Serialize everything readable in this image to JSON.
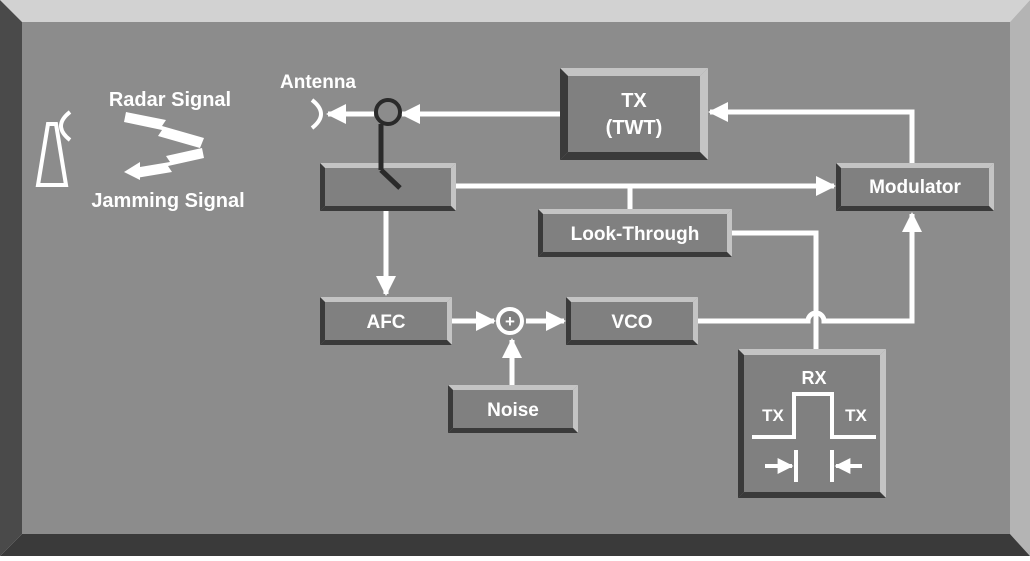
{
  "labels": {
    "antenna": "Antenna",
    "radar_signal": "Radar Signal",
    "jamming_signal": "Jamming Signal"
  },
  "blocks": {
    "tx_line1": "TX",
    "tx_line2": "(TWT)",
    "modulator": "Modulator",
    "look_through": "Look-Through",
    "afc": "AFC",
    "vco": "VCO",
    "noise": "Noise",
    "switch": ""
  },
  "rx_inset": {
    "title": "RX",
    "left_label": "TX",
    "right_label": "TX"
  },
  "symbols": {
    "summing_plus": "+"
  },
  "colors": {
    "panel": "#8c8c8c",
    "bevel_light": "#c4c4c4",
    "bevel_dark": "#3a3a3a",
    "line": "#ffffff",
    "block_face": "#808080"
  }
}
